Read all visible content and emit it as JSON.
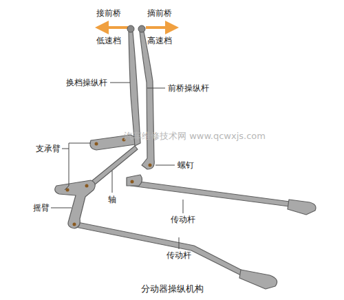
{
  "diagram": {
    "caption": "分动器操纵机构",
    "labels": [
      "接前桥",
      "摘前桥",
      "低速档",
      "高速档",
      "换档操纵杆",
      "前桥操纵杆",
      "汽车维修技术网 www.qcwxjs.com",
      "支承臂",
      "螺钉",
      "轴",
      "摇臂",
      "传动杆",
      "传动杆"
    ]
  }
}
